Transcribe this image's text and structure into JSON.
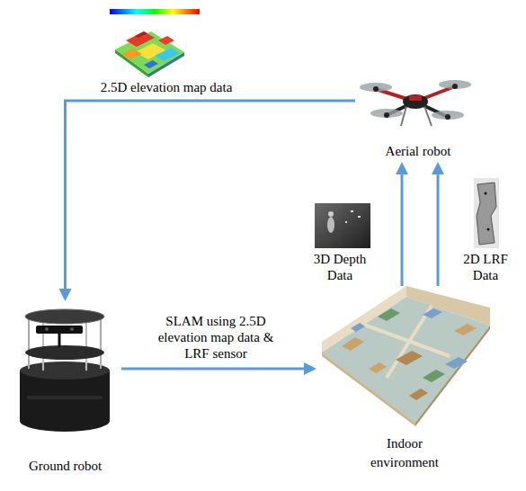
{
  "diagram": {
    "nodes": [
      {
        "text": [
          "Aerial robot"
        ]
      },
      {
        "text": [
          "Ground robot"
        ]
      },
      {
        "text": [
          "Indoor environment"
        ]
      }
    ],
    "edges": [
      {
        "from": 0,
        "to": 1,
        "arrow": "to",
        "label": "2.5D elevation map data"
      },
      {
        "from": 1,
        "to": 2,
        "arrow": "to",
        "label": "SLAM using 2.5D elevation map data & LRF sensor"
      },
      {
        "from": 2,
        "to": 0,
        "arrow": "to",
        "label": "3D Depth Data"
      },
      {
        "from": 2,
        "to": 0,
        "arrow": "to",
        "label": "2D LRF Data"
      }
    ]
  }
}
